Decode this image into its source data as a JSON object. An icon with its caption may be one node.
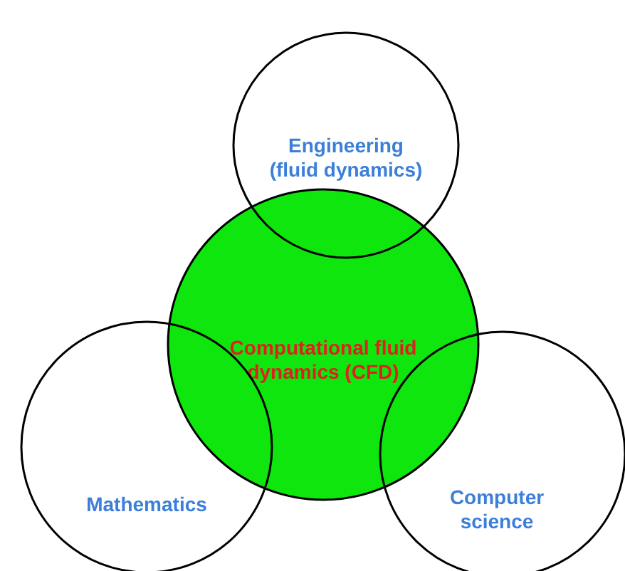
{
  "diagram": {
    "nodes": [
      {
        "text": [
          "Engineering (fluid dynamics)"
        ]
      },
      {
        "text": [
          "Computational fluid dynamics (CFD)"
        ]
      },
      {
        "text": [
          "Mathematics"
        ]
      },
      {
        "text": [
          "Computer science"
        ]
      }
    ]
  }
}
